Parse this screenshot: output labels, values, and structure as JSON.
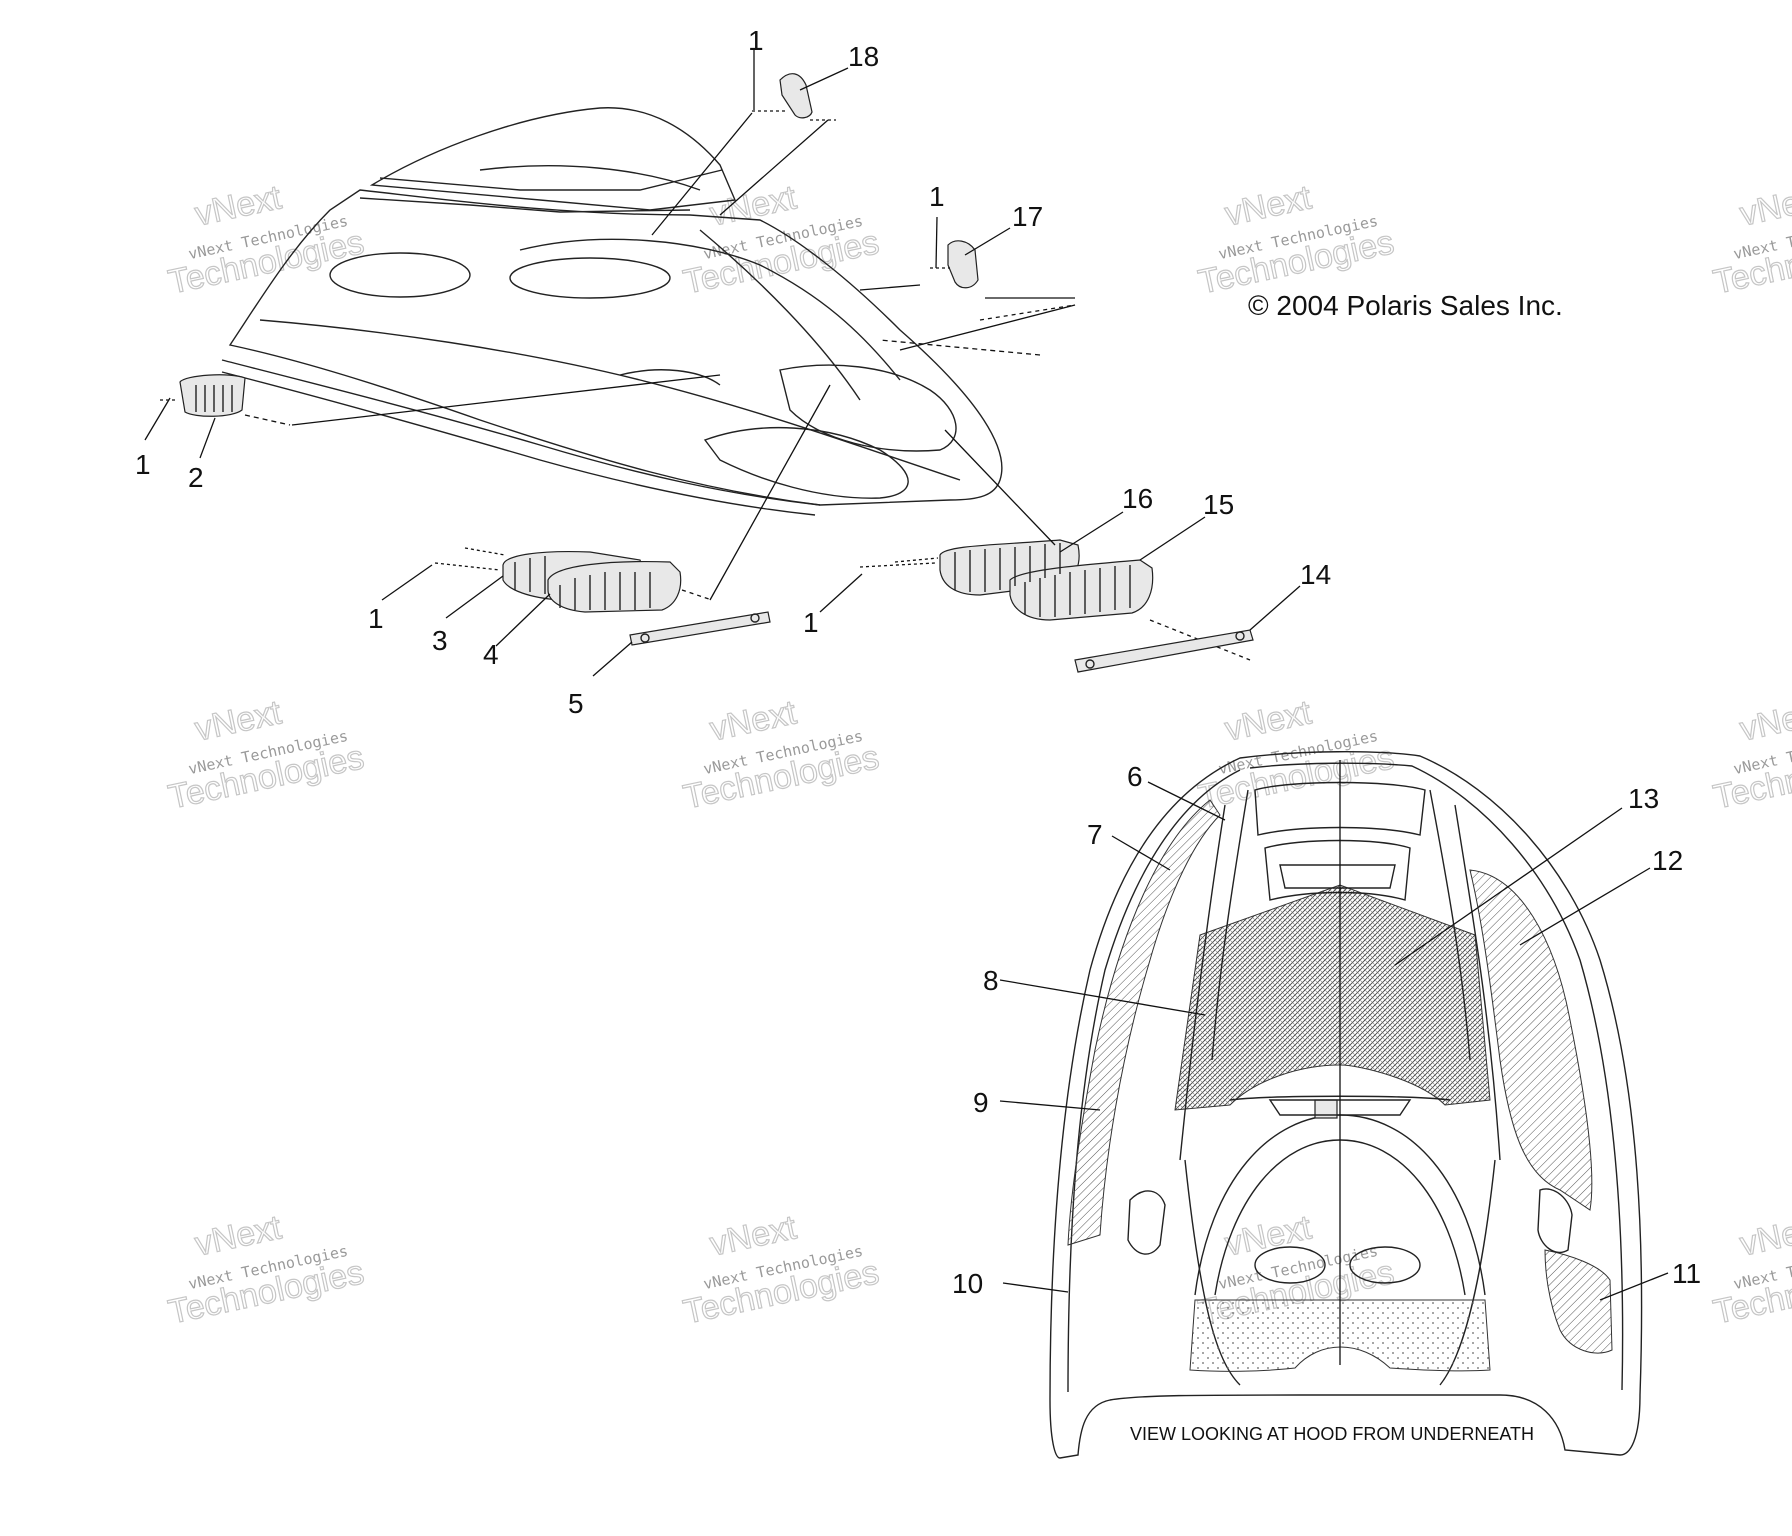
{
  "copyright": "© 2004 Polaris Sales Inc.",
  "caption": "VIEW LOOKING AT HOOD FROM UNDERNEATH",
  "watermark": {
    "line1": "vNext Technologies",
    "line2": "Technologies",
    "line3": "vNext",
    "color": "#9a9a9a"
  },
  "callouts": [
    "1",
    "18",
    "1",
    "17",
    "1",
    "2",
    "16",
    "15",
    "14",
    "1",
    "3",
    "4",
    "1",
    "5",
    "6",
    "7",
    "13",
    "12",
    "8",
    "9",
    "10",
    "11"
  ]
}
